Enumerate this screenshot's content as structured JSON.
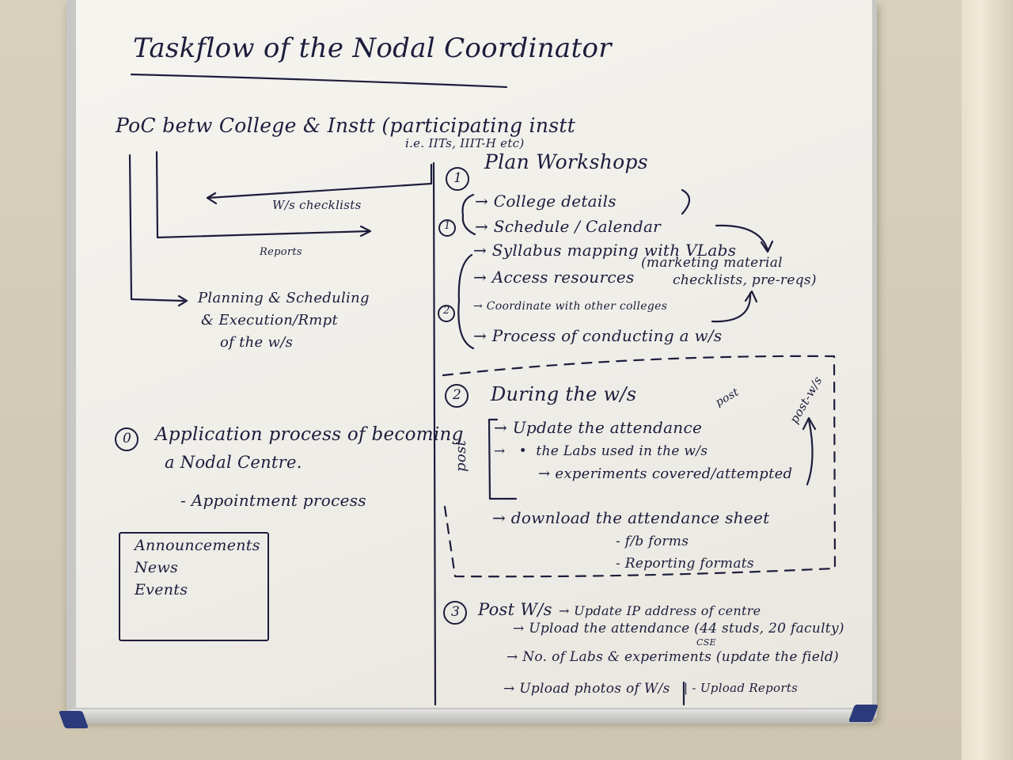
{
  "title": "Taskflow of the Nodal Coordinator",
  "poc": {
    "line1": "PoC betw College & Instt (participating instt",
    "line2": "i.e. IITs, IIIT-H etc)",
    "arrow_ws_checklists": "W/s checklists",
    "arrow_reports": "Reports",
    "planning_1": "Planning & Scheduling",
    "planning_2": "& Execution/Rmpt",
    "planning_3": "of the w/s"
  },
  "step0": {
    "number": "0",
    "line1": "Application process of becoming",
    "line2": "a Nodal Centre.",
    "sub": "- Appointment process"
  },
  "announcements": {
    "items": [
      "Announcements",
      "News",
      "Events"
    ]
  },
  "step1": {
    "number": "1",
    "title": "Plan Workshops",
    "group1_number": "1",
    "group1": [
      "College details",
      "Schedule / Calendar"
    ],
    "group2_number": "2",
    "group2": [
      "Syllabus mapping with VLabs",
      "Access resources",
      "Coordinate with other colleges",
      "Process of conducting a w/s"
    ],
    "resources_note_1": "(marketing material",
    "resources_note_2": "checklists, pre-reqs)"
  },
  "step2": {
    "number": "2",
    "title": "During the w/s",
    "side_label": "post",
    "post_tag": "post",
    "post_ws_tag": "post-w/s",
    "items": [
      "Update the attendance",
      "the Labs used in the w/s",
      "experiments covered/attempted",
      "download the attendance sheet"
    ],
    "sub_items": [
      "- f/b forms",
      "- Reporting formats"
    ]
  },
  "step3": {
    "number": "3",
    "title": "Post W/s",
    "lines": [
      "→ Update IP address of centre",
      "→ Upload the attendance (44 studs, 20 faculty)",
      "→ No. of Labs & experiments (update the field)",
      "→ Upload photos of W/s"
    ],
    "cse_note": "CSE",
    "upload_reports": "| - Upload Reports"
  },
  "colors": {
    "ink": "#1c1d3c",
    "board": "#f3f1ec",
    "frame": "#c7c7c5",
    "clip": "#2b3a7a"
  }
}
